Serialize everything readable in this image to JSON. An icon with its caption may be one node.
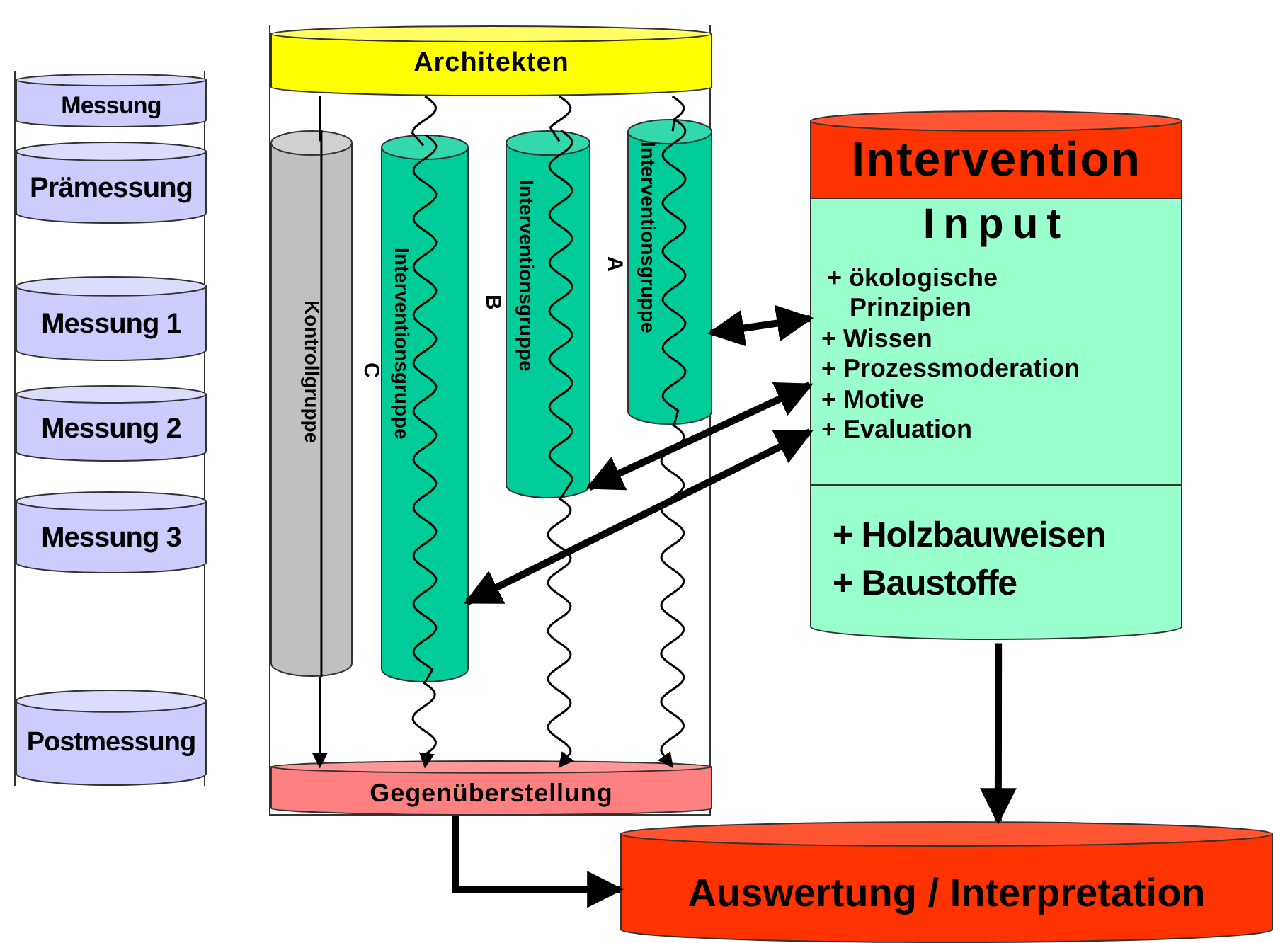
{
  "diagram": {
    "nodes": [
      {
        "text": [],
        "shape": "box"
      },
      {
        "text": [
          "Messung"
        ],
        "in": 0
      },
      {
        "text": [
          "Prämessung"
        ],
        "in": 0
      },
      {
        "text": [
          "Messung 1"
        ],
        "in": 0
      },
      {
        "text": [
          "Messung 2"
        ],
        "in": 0
      },
      {
        "text": [
          "Messung 3"
        ],
        "in": 0
      },
      {
        "text": [
          "Postmessung"
        ],
        "in": 0
      },
      {
        "text": [],
        "shape": "cylinder"
      },
      {
        "text": [
          "Architekten"
        ],
        "in": 7
      },
      {
        "text": [
          "Kontrollgruppe"
        ],
        "in": 7
      },
      {
        "text": [
          "Interventionsgruppe"
        ],
        "in": 7,
        "beside": [
          "C"
        ]
      },
      {
        "text": [
          "Interventionsgruppe"
        ],
        "in": 7,
        "beside": [
          "B"
        ]
      },
      {
        "text": [
          "Interventionsgruppe"
        ],
        "in": 7,
        "beside": [
          "A"
        ]
      },
      {
        "text": [
          "Gegenüberstellung"
        ],
        "in": 7
      },
      {
        "text": [
          "Intervention"
        ]
      },
      {
        "text": [
          "Input",
          "+ ökologische Prinzipien",
          "+ Wissen",
          "+ Prozessmoderation",
          "+ Motive",
          "+ Evaluation"
        ]
      },
      {
        "text": [
          "+ Holzbauweisen",
          "+ Baustoffe"
        ]
      },
      {
        "text": [
          "Auswertung / Interpretation"
        ]
      }
    ],
    "edges": [
      {
        "from": 8,
        "to": 9,
        "arrow": "none"
      },
      {
        "from": 9,
        "to": 13,
        "arrow": "to"
      },
      {
        "from": 8,
        "to": 10,
        "arrow": "none"
      },
      {
        "from": 10,
        "to": 13,
        "arrow": "to"
      },
      {
        "from": 8,
        "to": 11,
        "arrow": "none"
      },
      {
        "from": 11,
        "to": 13,
        "arrow": "to"
      },
      {
        "from": 8,
        "to": 12,
        "arrow": "none"
      },
      {
        "from": 12,
        "to": 13,
        "arrow": "to"
      },
      {
        "from": 15,
        "to": 12,
        "arrow": "both",
        "style": "thick"
      },
      {
        "from": 15,
        "to": 11,
        "arrow": "both",
        "style": "thick"
      },
      {
        "from": 15,
        "to": 10,
        "arrow": "both",
        "style": "thick"
      },
      {
        "from": 16,
        "to": 17,
        "arrow": "to",
        "style": "thick"
      },
      {
        "from": 13,
        "to": 17,
        "arrow": "to",
        "style": "thick"
      }
    ]
  }
}
